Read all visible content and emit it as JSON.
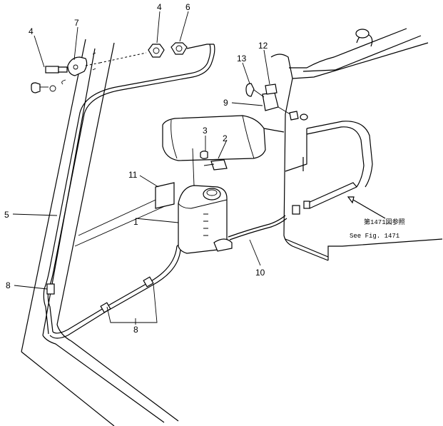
{
  "callouts": [
    {
      "id": "c1",
      "label": "1"
    },
    {
      "id": "c2",
      "label": "2"
    },
    {
      "id": "c3",
      "label": "3"
    },
    {
      "id": "c4a",
      "label": "4"
    },
    {
      "id": "c4b",
      "label": "4"
    },
    {
      "id": "c5",
      "label": "5"
    },
    {
      "id": "c6",
      "label": "6"
    },
    {
      "id": "c7",
      "label": "7"
    },
    {
      "id": "c8a",
      "label": "8"
    },
    {
      "id": "c8b",
      "label": "8"
    },
    {
      "id": "c9",
      "label": "9"
    },
    {
      "id": "c10",
      "label": "10"
    },
    {
      "id": "c11",
      "label": "11"
    },
    {
      "id": "c12",
      "label": "12"
    },
    {
      "id": "c13",
      "label": "13"
    }
  ],
  "reference_note": {
    "line1": "第1471図参照",
    "line2": "See Fig. 1471"
  }
}
